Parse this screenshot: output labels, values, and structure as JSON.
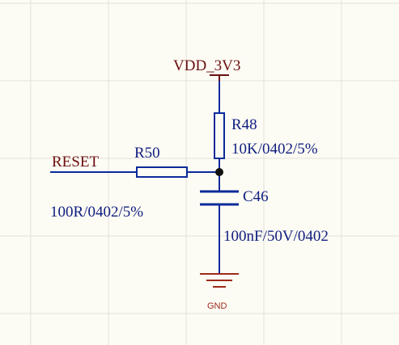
{
  "net_labels": {
    "power": "VDD_3V3",
    "reset": "RESET",
    "ground": "GND"
  },
  "components": {
    "r48": {
      "designator": "R48",
      "value": "10K/0402/5%"
    },
    "r50": {
      "designator": "R50",
      "value": "100R/0402/5%"
    },
    "c46": {
      "designator": "C46",
      "value": "100nF/50V/0402"
    }
  },
  "colors": {
    "background": "#fdfcf4",
    "grid": "#e1e1da",
    "wire": "#0b2a9a",
    "label_text": "#101e80",
    "net_label": "#6b0f0f",
    "ground_symbol": "#9b2a1b",
    "junction": "#111111"
  }
}
